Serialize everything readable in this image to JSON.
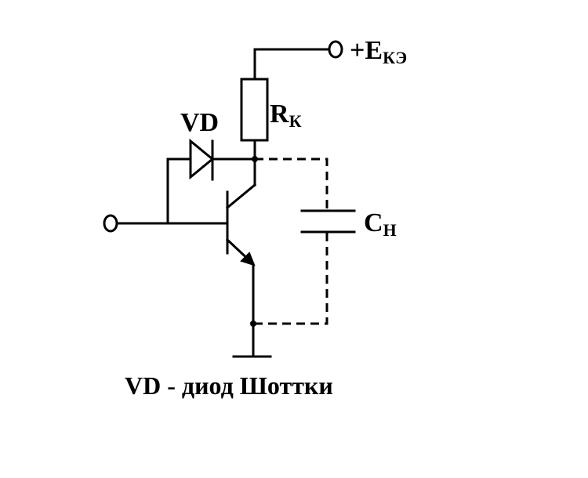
{
  "labels": {
    "supply_sign": "+E",
    "supply_sub": "КЭ",
    "resistor_main": "R",
    "resistor_sub": "К",
    "diode": "VD",
    "capacitor_main": "C",
    "capacitor_sub": "Н"
  },
  "caption": "VD - диод Шоттки"
}
